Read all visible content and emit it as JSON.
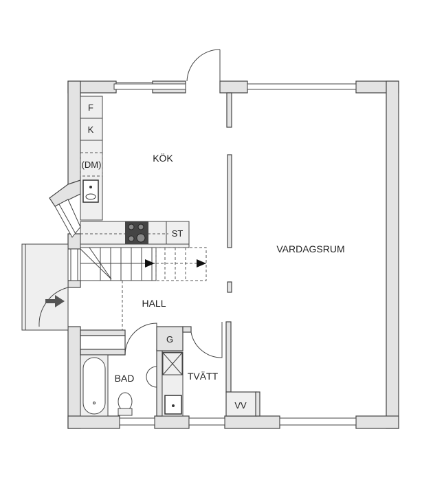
{
  "title": "Floor plan",
  "rooms": {
    "kitchen": "KÖK",
    "living_room": "VARDAGSRUM",
    "hall": "HALL",
    "bath": "BAD",
    "laundry": "TVÄTT"
  },
  "fixtures": {
    "fridge": "F",
    "freezer": "K",
    "dishwasher": "(DM)",
    "wardrobe": "ST",
    "closet_g": "G",
    "water_heater": "VV"
  },
  "colors": {
    "wall_fill": "#e3e3e3",
    "line": "#444444",
    "stove": "#444444"
  }
}
